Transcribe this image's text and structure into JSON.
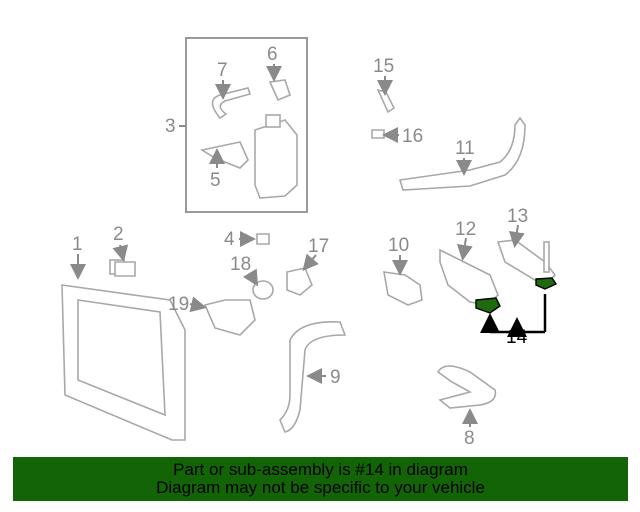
{
  "diagram": {
    "callouts": [
      "1",
      "2",
      "3",
      "4",
      "5",
      "6",
      "7",
      "8",
      "9",
      "10",
      "11",
      "12",
      "13",
      "14",
      "15",
      "16",
      "17",
      "18",
      "19"
    ],
    "highlighted_callout": "14",
    "highlight_color": "#1d6b0c"
  },
  "banner": {
    "line1": "Part or sub-assembly is #14 in diagram",
    "line2": "Diagram may not be specific to your vehicle",
    "background": "#136406"
  }
}
